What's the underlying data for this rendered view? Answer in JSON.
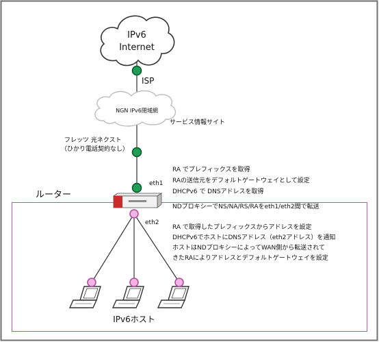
{
  "colors": {
    "frame": "#6f6f6f",
    "router_box": "#b35aa5",
    "line": "#333333",
    "node_green": "#1f9e55",
    "node_green_dark": "#0b5a2c",
    "node_pink": "#f2b4e4",
    "node_pink_dark": "#b14fa0",
    "cloud_gray": "#bdbdbd",
    "router_red": "#cc2b2b"
  },
  "icons": {
    "internet_cloud": "cloud-icon",
    "ngn_cloud": "cloud-icon",
    "router": "router-icon",
    "host": "laptop-icon"
  },
  "internet": {
    "line1": "IPv6",
    "line2": "Internet"
  },
  "labels": {
    "isp": "ISP",
    "ngn": "NGN IPv6閉域網",
    "service_site": "サービス情報サイト",
    "flets_1": "フレッツ 光ネクスト",
    "flets_2": "（ひかり電話契約なし）",
    "eth1": "eth1",
    "eth2": "eth2",
    "router": "ルーター",
    "hosts": "IPv6ホスト"
  },
  "notes": {
    "eth1": [
      "RA でプレフィックスを取得",
      "RAの送信元をデフォルトゲートウェイとして設定",
      "DHCPv6 で DNSアドレスを取得"
    ],
    "proxy": "NDプロキシーでNS/NA/RS/RAをeth1/eth2間で転送",
    "eth2": [
      "RA で取得したプレフィックスからアドレスを設定",
      "DHCPv6でホストにDNSアドレス（eth2アドレス）を通知",
      "ホストはNDプロキシーによってWAN側から転送されて",
      "きたRAによりアドレスとデフォルトゲートウェイを設定"
    ]
  }
}
